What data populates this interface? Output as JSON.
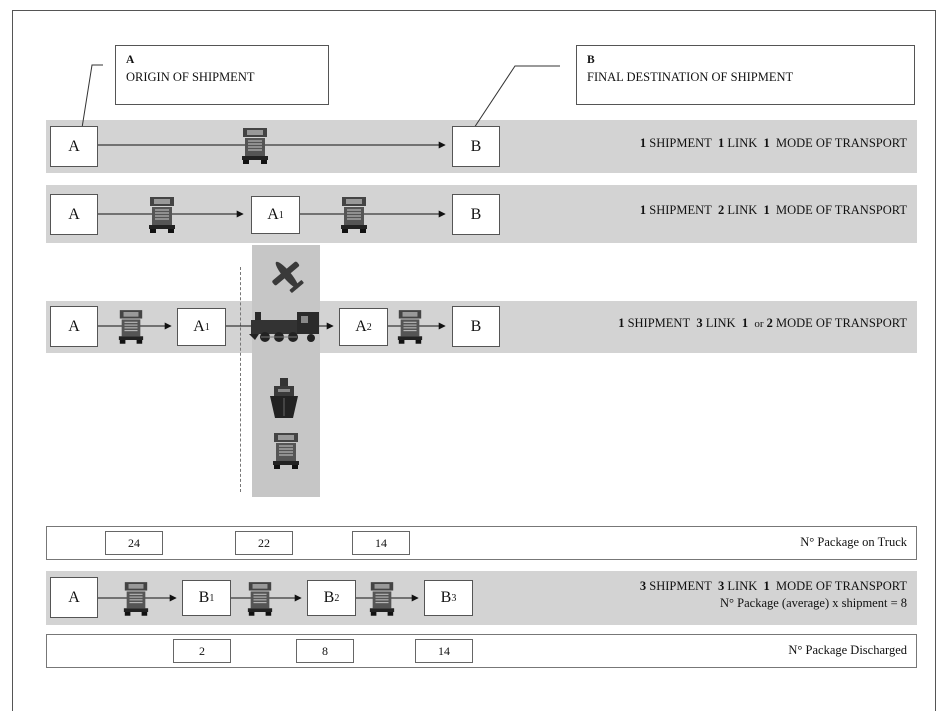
{
  "callouts": {
    "a": {
      "letter": "A",
      "text": "ORIGIN OF SHIPMENT"
    },
    "b": {
      "letter": "B",
      "text": "FINAL DESTINATION OF SHIPMENT"
    }
  },
  "nodes": {
    "A": "A",
    "A1": "A",
    "A1_sub": "1",
    "A2": "A",
    "A2_sub": "2",
    "B": "B",
    "B1": "B",
    "B1_sub": "1",
    "B2": "B",
    "B2_sub": "2",
    "B3": "B",
    "B3_sub": "3"
  },
  "row1": {
    "n1": "1",
    "t1": "SHIPMENT",
    "n2": "1",
    "t2": "LINK",
    "n3": "1",
    "t3": "MODE OF TRANSPORT"
  },
  "row2": {
    "n1": "1",
    "t1": "SHIPMENT",
    "n2": "2",
    "t2": "LINK",
    "n3": "1",
    "t3": "MODE OF TRANSPORT"
  },
  "row3": {
    "n1": "1",
    "t1": "SHIPMENT",
    "n2": "3",
    "t2": "LINK",
    "n3": "1",
    "t3a": "or",
    "n4": "2",
    "t3": "MODE OF TRANSPORT"
  },
  "package_on_truck": {
    "label": "N° Package on Truck",
    "values": [
      "24",
      "22",
      "14"
    ]
  },
  "row4": {
    "n1": "3",
    "t1": "SHIPMENT",
    "n2": "3",
    "t2": "LINK",
    "n3": "1",
    "t3": "MODE OF TRANSPORT",
    "line2": "N°  Package (average) x shipment = 8"
  },
  "package_discharged": {
    "label": "N° Package Discharged",
    "values": [
      "2",
      "8",
      "14"
    ]
  },
  "icons": [
    "truck-icon",
    "airplane-icon",
    "train-icon",
    "ship-icon"
  ],
  "colors": {
    "band": "#d3d3d3",
    "column": "#c6c6c6",
    "icon": "#333333"
  }
}
